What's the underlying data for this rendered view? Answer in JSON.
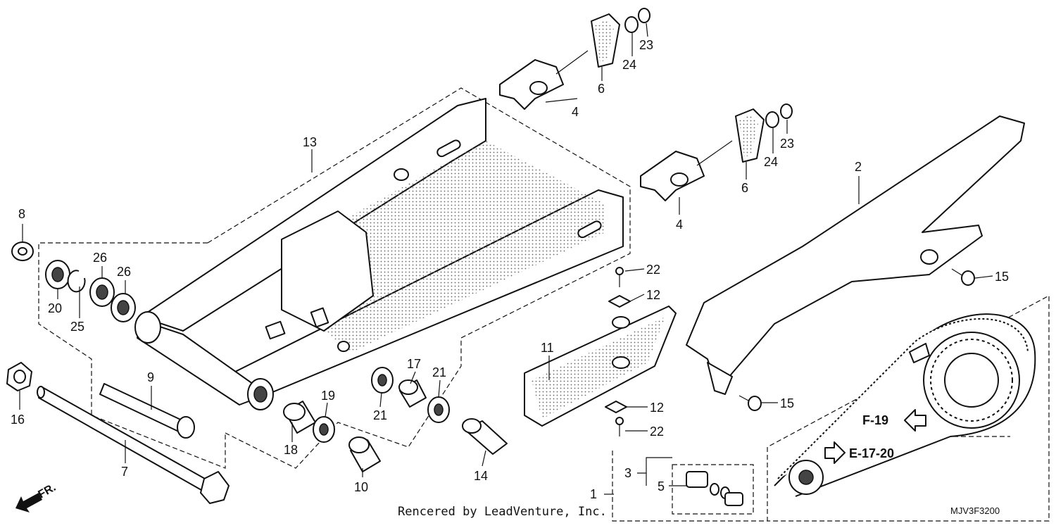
{
  "callouts": [
    {
      "id": "c1",
      "text": "1"
    },
    {
      "id": "c2",
      "text": "2"
    },
    {
      "id": "c3",
      "text": "3"
    },
    {
      "id": "c4a",
      "text": "4"
    },
    {
      "id": "c4b",
      "text": "4"
    },
    {
      "id": "c5",
      "text": "5"
    },
    {
      "id": "c6a",
      "text": "6"
    },
    {
      "id": "c6b",
      "text": "6"
    },
    {
      "id": "c7",
      "text": "7"
    },
    {
      "id": "c8",
      "text": "8"
    },
    {
      "id": "c9",
      "text": "9"
    },
    {
      "id": "c10",
      "text": "10"
    },
    {
      "id": "c11",
      "text": "11"
    },
    {
      "id": "c12a",
      "text": "12"
    },
    {
      "id": "c12b",
      "text": "12"
    },
    {
      "id": "c13",
      "text": "13"
    },
    {
      "id": "c14",
      "text": "14"
    },
    {
      "id": "c15a",
      "text": "15"
    },
    {
      "id": "c15b",
      "text": "15"
    },
    {
      "id": "c16",
      "text": "16"
    },
    {
      "id": "c17",
      "text": "17"
    },
    {
      "id": "c18",
      "text": "18"
    },
    {
      "id": "c19",
      "text": "19"
    },
    {
      "id": "c20",
      "text": "20"
    },
    {
      "id": "c21a",
      "text": "21"
    },
    {
      "id": "c21b",
      "text": "21"
    },
    {
      "id": "c22a",
      "text": "22"
    },
    {
      "id": "c22b",
      "text": "22"
    },
    {
      "id": "c23a",
      "text": "23"
    },
    {
      "id": "c23b",
      "text": "23"
    },
    {
      "id": "c24a",
      "text": "24"
    },
    {
      "id": "c24b",
      "text": "24"
    },
    {
      "id": "c25",
      "text": "25"
    },
    {
      "id": "c26a",
      "text": "26"
    },
    {
      "id": "c26b",
      "text": "26"
    }
  ],
  "references": {
    "f19": "F-19",
    "e1720": "E-17-20"
  },
  "front_label": "FR.",
  "credit": "Rencered by LeadVenture, Inc.",
  "diagram_code": "MJV3F3200"
}
